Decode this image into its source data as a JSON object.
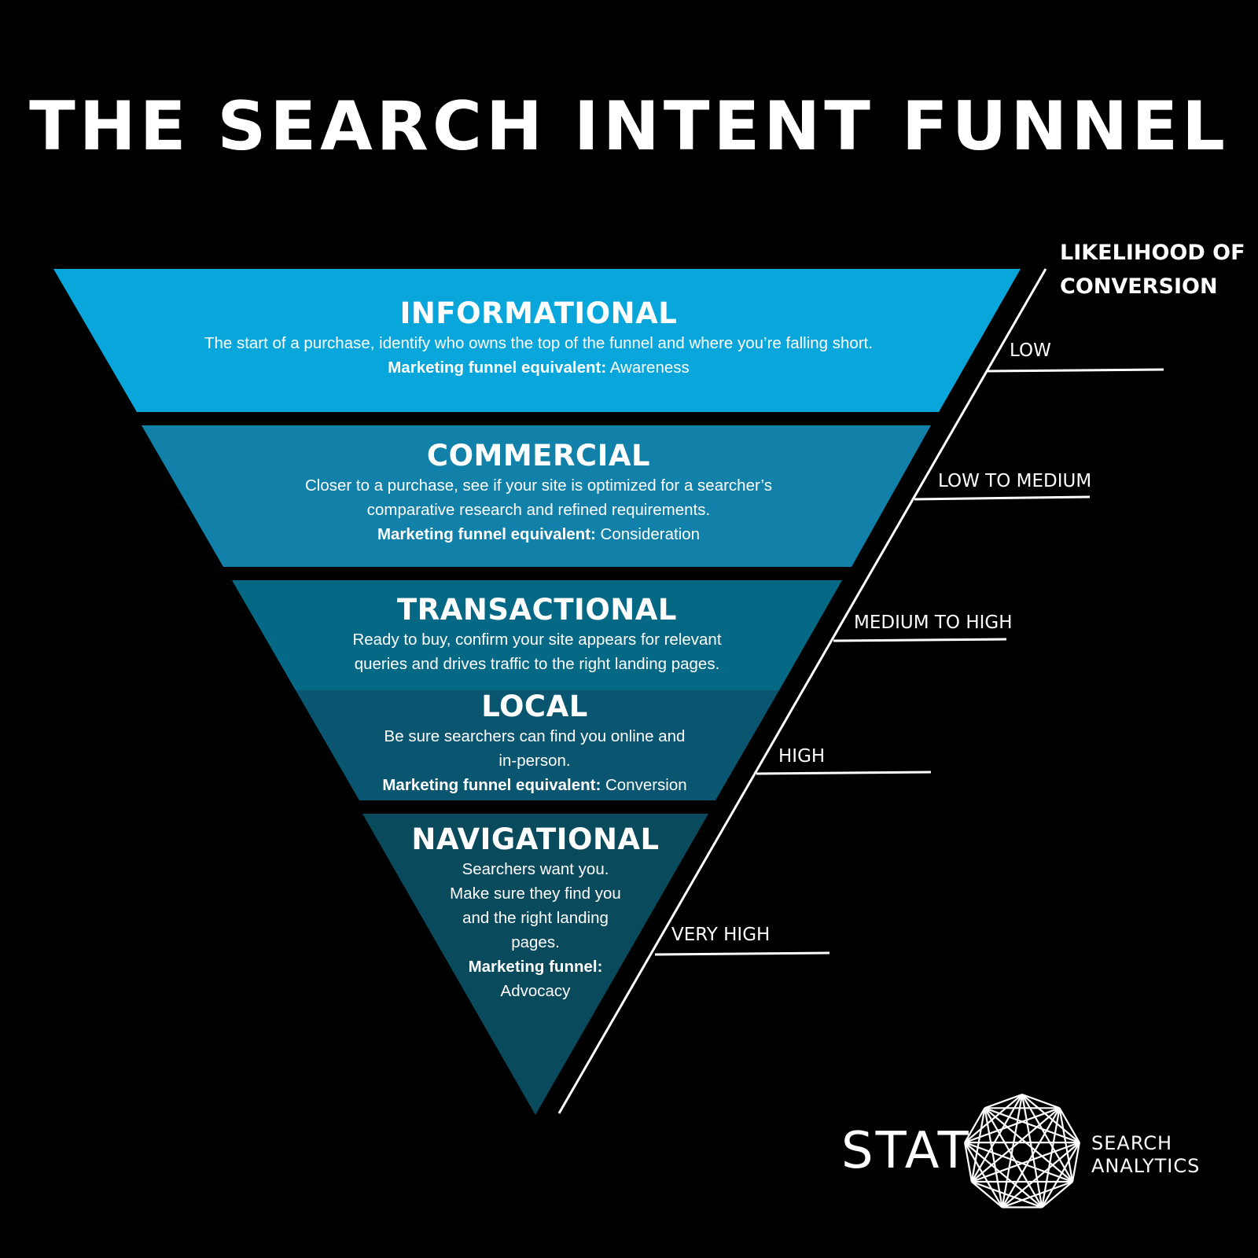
{
  "title": "THE SEARCH INTENT FUNNEL",
  "axis": {
    "label_line1": "LIKELIHOOD OF",
    "label_line2": "CONVERSION",
    "levels": [
      "LOW",
      "LOW TO MEDIUM",
      "MEDIUM TO HIGH",
      "HIGH",
      "VERY HIGH"
    ]
  },
  "colors": {
    "background": "#000000",
    "informational": "#08A6DB",
    "commercial": "#1181A9",
    "transactional": "#056985",
    "local": "#0A5670",
    "navigational": "#094A5C"
  },
  "funnel": {
    "informational": {
      "heading": "INFORMATIONAL",
      "desc1": "The start of a purchase, identify who owns the top of the funnel and where you’re falling short.",
      "mf_label": "Marketing funnel equivalent:",
      "mf_value": " Awareness"
    },
    "commercial": {
      "heading": "COMMERCIAL",
      "desc1": "Closer to a purchase, see if your site is optimized for a searcher’s",
      "desc2": "comparative research and refined requirements.",
      "mf_label": "Marketing funnel equivalent:",
      "mf_value": " Consideration"
    },
    "transactional": {
      "heading": "TRANSACTIONAL",
      "desc1": "Ready to buy, confirm your site appears for relevant",
      "desc2": "queries and drives traffic to the right landing pages."
    },
    "local": {
      "heading": "LOCAL",
      "desc1": "Be sure searchers can find you online and",
      "desc2": "in-person.",
      "mf_label": "Marketing funnel equivalent:",
      "mf_value": " Conversion"
    },
    "navigational": {
      "heading": "NAVIGATIONAL",
      "desc1": "Searchers want you.",
      "desc2": "Make sure they find you",
      "desc3": "and the right landing",
      "desc4": "pages.",
      "mf_label": "Marketing funnel:",
      "mf_value": "Advocacy"
    }
  },
  "brand": {
    "logo_text": "STAT",
    "tagline1": "SEARCH",
    "tagline2": "ANALYTICS",
    "logo_icon": "nonagon-star-icon"
  }
}
